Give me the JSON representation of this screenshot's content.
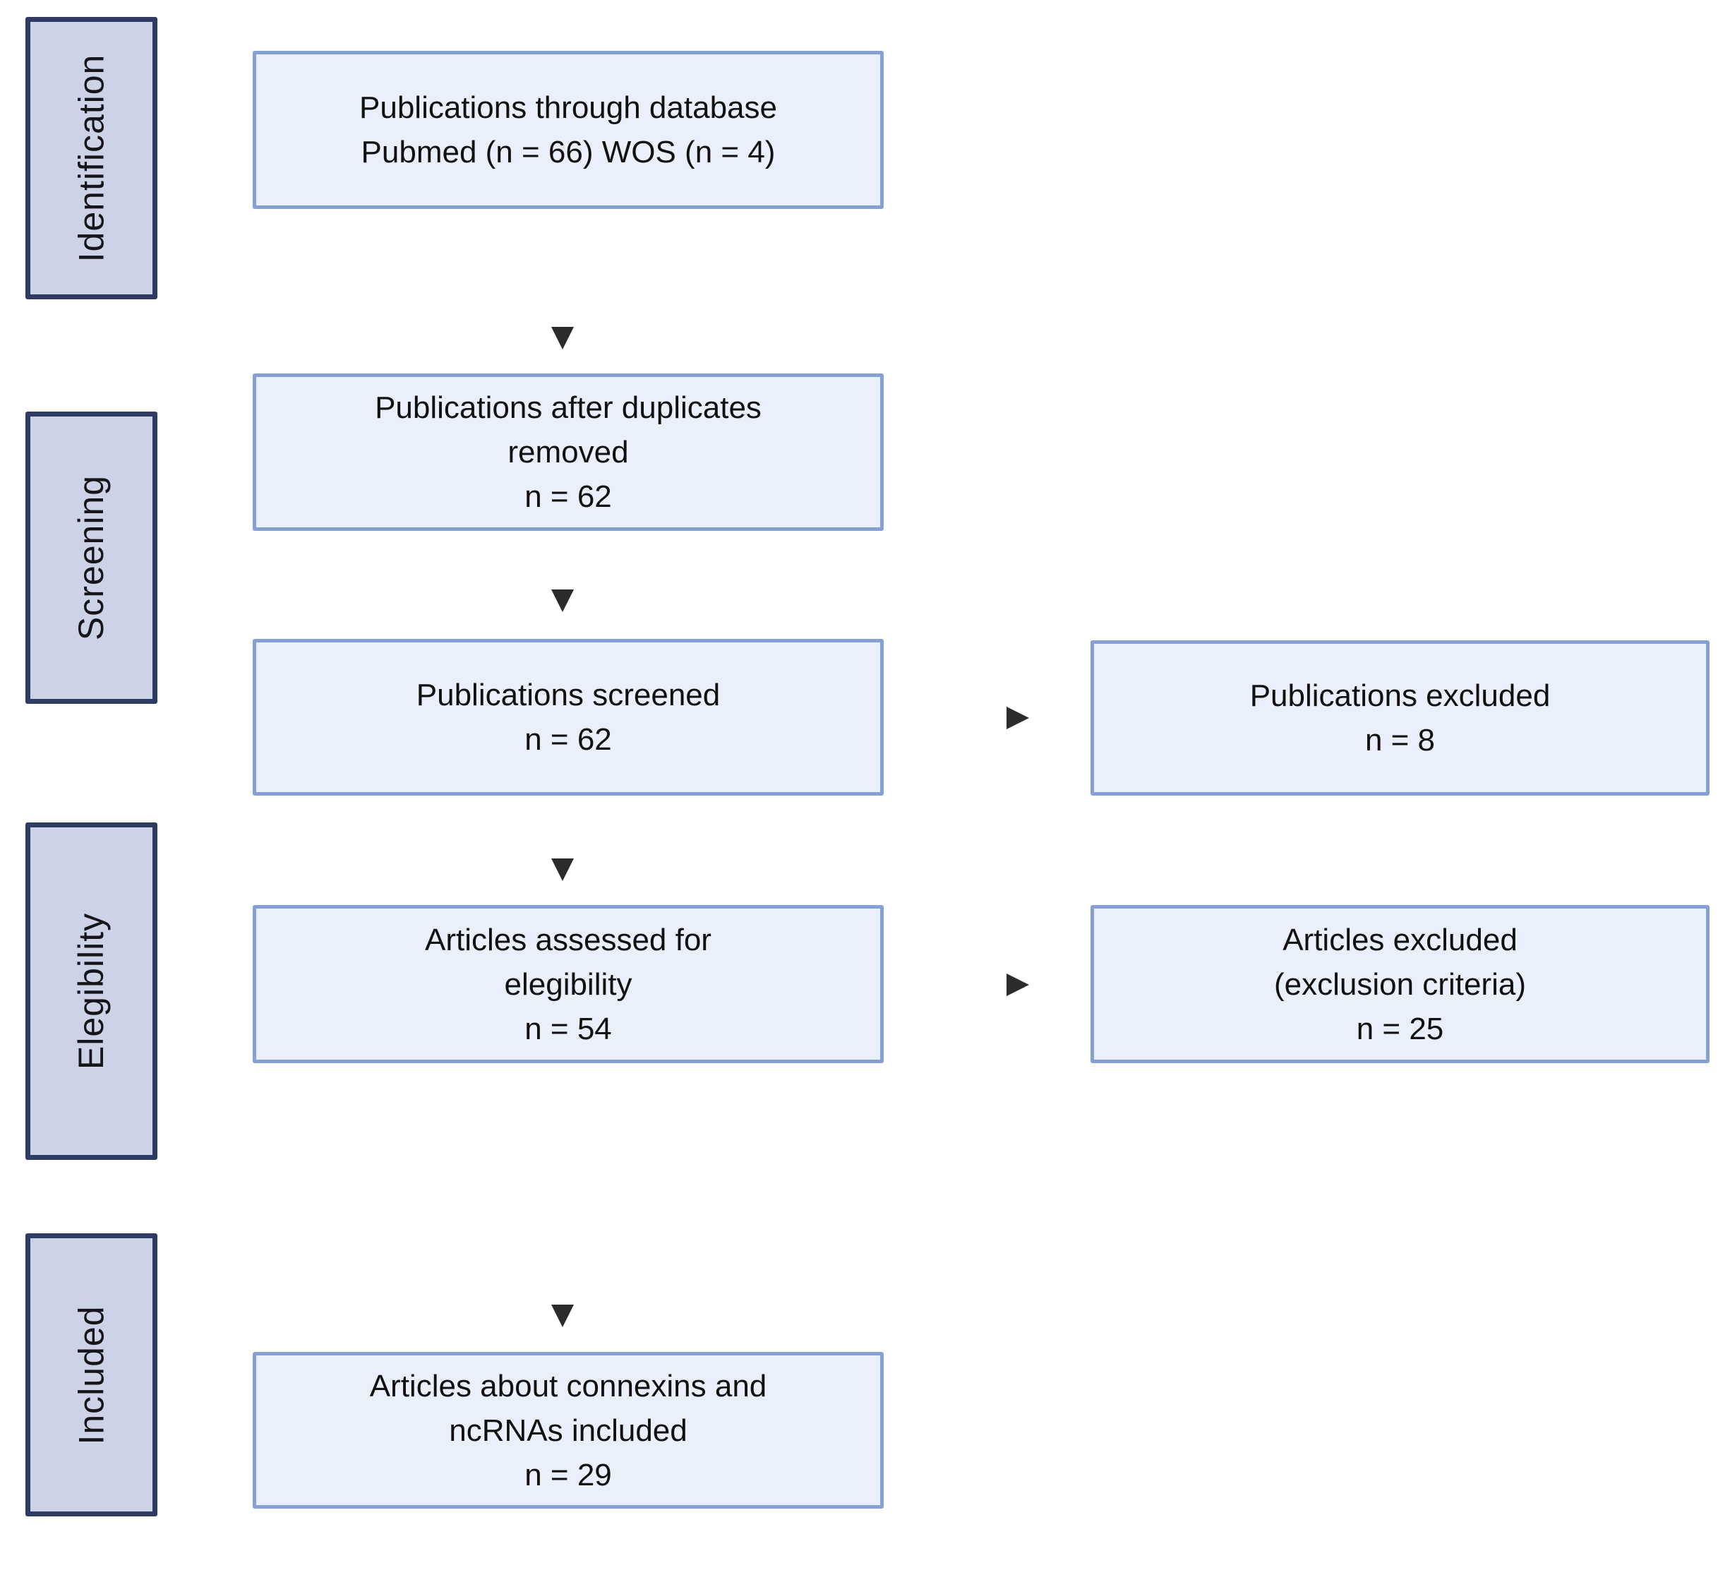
{
  "diagram": {
    "title": "PRISMA publication selection flow diagram",
    "colors": {
      "background": "#ffffff",
      "stage_fill": "#ccd3e7",
      "stage_border": "#2e3c63",
      "box_fill": "#e9effb",
      "box_border": "#84a0d4",
      "arrow": "#2b2b2b",
      "text": "#111111"
    },
    "stages": [
      {
        "label": "Identification"
      },
      {
        "label": "Screening"
      },
      {
        "label": "Elegibility"
      },
      {
        "label": "Included"
      }
    ],
    "flow_boxes": [
      {
        "id": "publications-through-database",
        "text": "Publications through database\nPubmed (n = 66) WOS (n = 4)"
      },
      {
        "id": "publications-after-duplicates-removed",
        "text": "Publications after duplicates\nremoved\nn = 62"
      },
      {
        "id": "publications-screened",
        "text": "Publications screened\nn = 62"
      },
      {
        "id": "articles-assessed-for-elegibility",
        "text": "Articles assessed for\nelegibility\nn = 54"
      },
      {
        "id": "articles-included",
        "text": "Articles about connexins and\nncRNAs included\nn = 29"
      }
    ],
    "side_boxes": [
      {
        "id": "publications-excluded",
        "text": "Publications excluded\nn = 8"
      },
      {
        "id": "articles-excluded",
        "text": "Articles excluded\n(exclusion criteria)\nn = 25"
      }
    ]
  }
}
